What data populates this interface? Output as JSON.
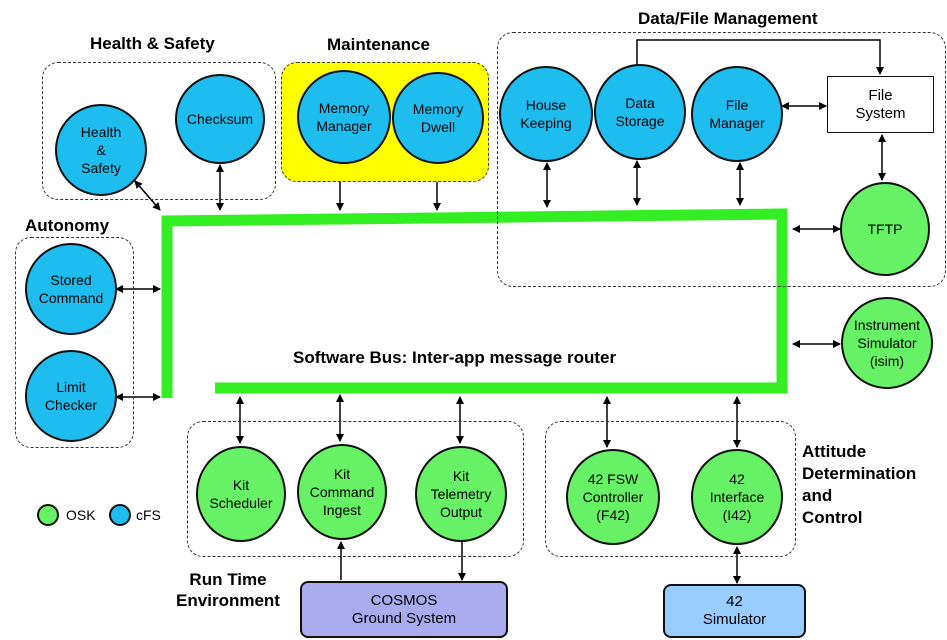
{
  "groups": {
    "health_safety": "Health & Safety",
    "maintenance": "Maintenance",
    "data_file_mgmt": "Data/File Management",
    "autonomy": "Autonomy",
    "run_time_env": "Run Time\nEnvironment",
    "adc": "Attitude\nDetermination\nand\nControl"
  },
  "bus_label": "Software Bus: Inter-app message router",
  "nodes": {
    "health_safety": "Health\n&\nSafety",
    "checksum": "Checksum",
    "memory_manager": "Memory\nManager",
    "memory_dwell": "Memory\nDwell",
    "house_keeping": "House\nKeeping",
    "data_storage": "Data\nStorage",
    "file_manager": "File\nManager",
    "file_system": "File\nSystem",
    "tftp": "TFTP",
    "stored_command": "Stored\nCommand",
    "limit_checker": "Limit\nChecker",
    "instrument_simulator": "Instrument\nSimulator\n(isim)",
    "kit_scheduler": "Kit\nScheduler",
    "kit_command_ingest": "Kit\nCommand\nIngest",
    "kit_telemetry_output": "Kit\nTelemetry\nOutput",
    "fsw_controller": "42 FSW\nController\n(F42)",
    "interface_42": "42\nInterface\n(I42)",
    "cosmos": "COSMOS\nGround System",
    "simulator_42": "42\nSimulator"
  },
  "legend": {
    "osk": "OSK",
    "cfs": "cFS"
  },
  "colors": {
    "cfs": "#1ebdf0",
    "osk": "#66f264",
    "bus": "#33ee22",
    "maintenance_bg": "#ffff00",
    "cosmos_bg": "#aaaaee",
    "simulator_bg": "#99ccff"
  }
}
